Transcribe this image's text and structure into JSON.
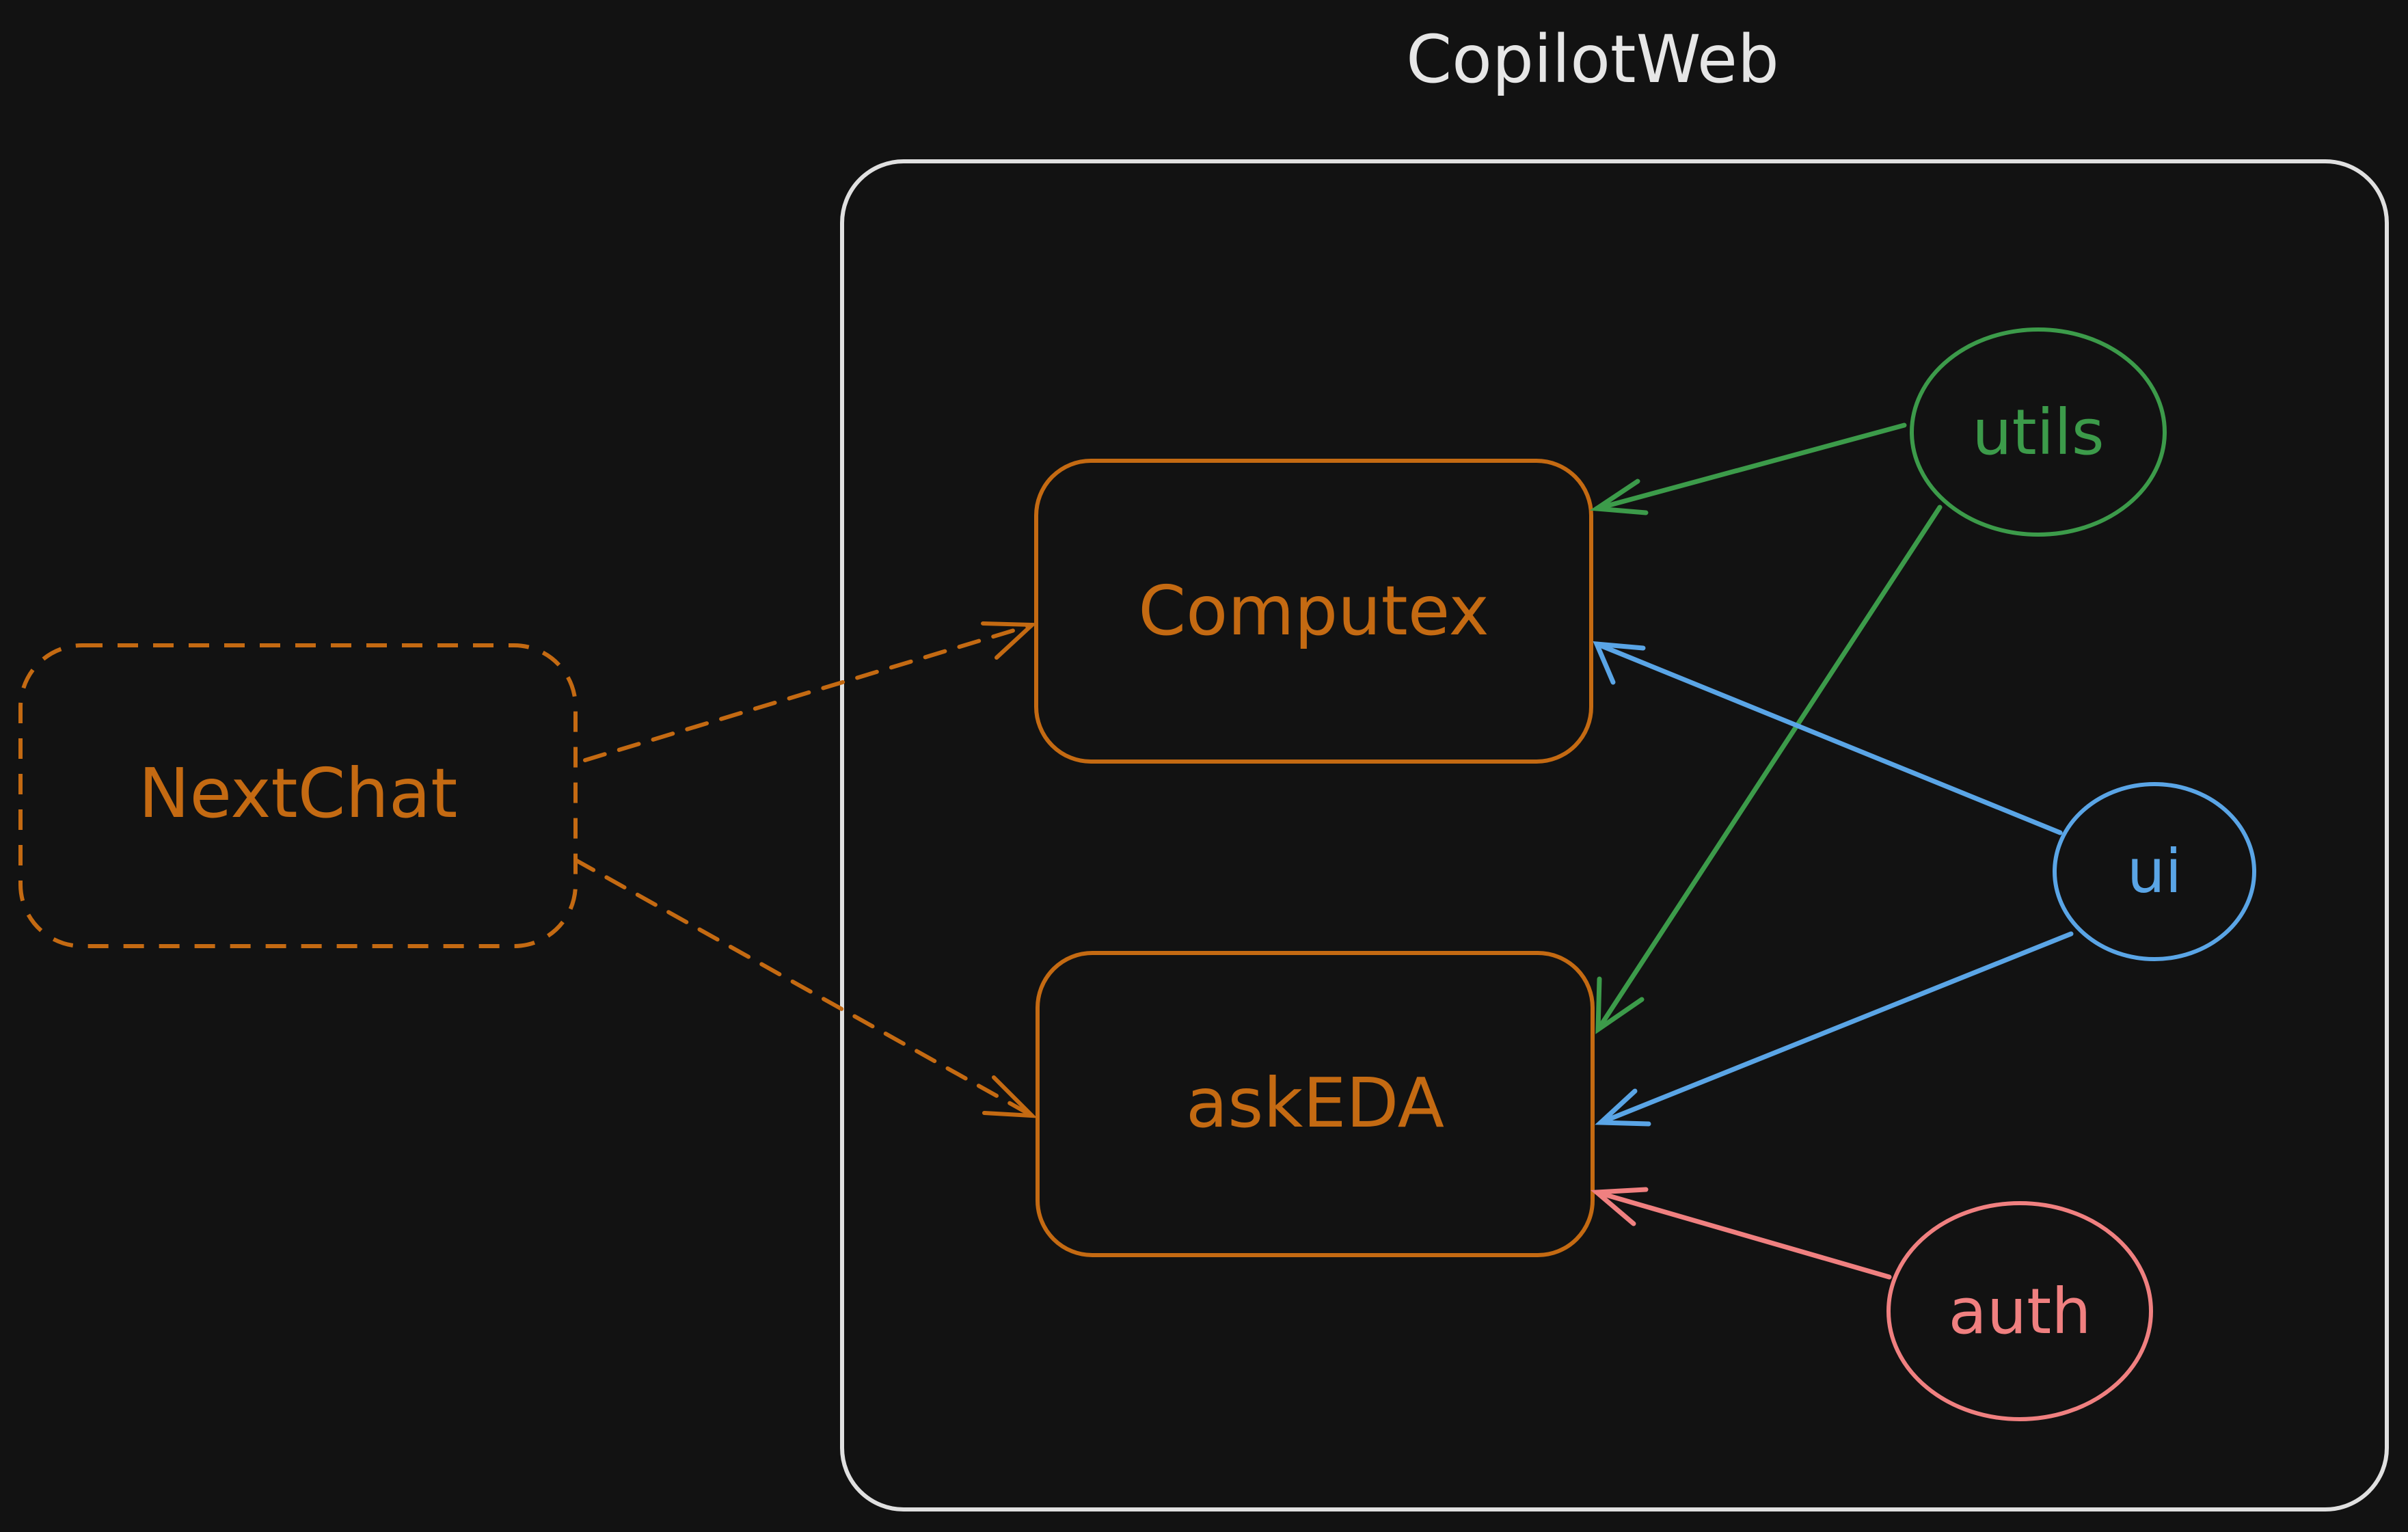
{
  "title": "CopilotWeb",
  "nodes": {
    "nextchat": {
      "label": "NextChat",
      "color": "#c46a12"
    },
    "computex": {
      "label": "Computex",
      "color": "#c46a12"
    },
    "askeda": {
      "label": "askEDA",
      "color": "#c46a12"
    },
    "utils": {
      "label": "utils",
      "color": "#3c9b4a"
    },
    "ui": {
      "label": "ui",
      "color": "#5aa5e6"
    },
    "auth": {
      "label": "auth",
      "color": "#f08080"
    }
  },
  "colors": {
    "background": "#121212",
    "container_stroke": "#e0e0e0",
    "title_text": "#e6e6e6"
  }
}
